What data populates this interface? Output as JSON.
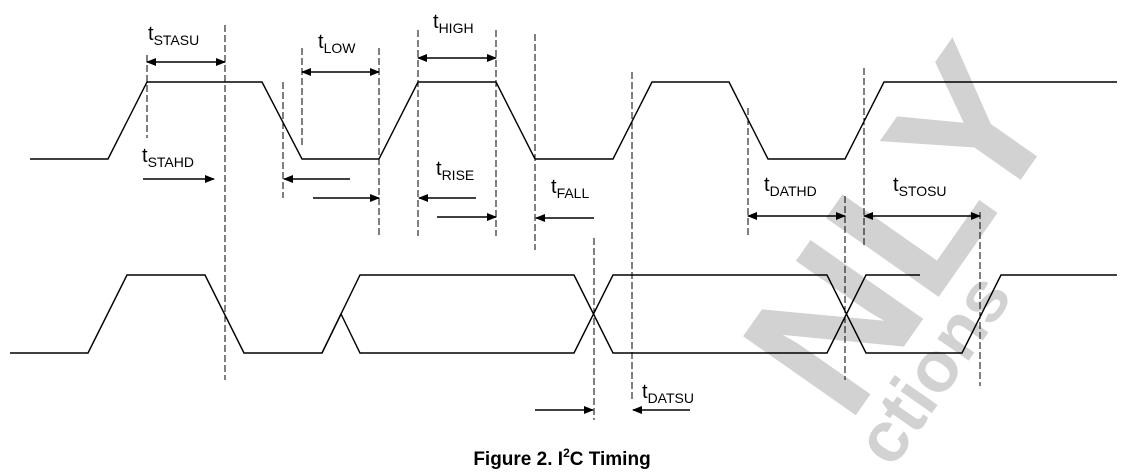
{
  "caption": {
    "prefix": "Figure 2.  I",
    "sup": "2",
    "suffix": "C Timing"
  },
  "watermark": {
    "big": "NLY",
    "small": "ctions"
  },
  "timing_labels": [
    {
      "id": "stasu",
      "base": "t",
      "sub": "STASU"
    },
    {
      "id": "low",
      "base": "t",
      "sub": "LOW"
    },
    {
      "id": "high",
      "base": "t",
      "sub": "HIGH"
    },
    {
      "id": "stahd",
      "base": "t",
      "sub": "STAHD"
    },
    {
      "id": "rise",
      "base": "t",
      "sub": "RISE"
    },
    {
      "id": "fall",
      "base": "t",
      "sub": "FALL"
    },
    {
      "id": "dathd",
      "base": "t",
      "sub": "DATHD"
    },
    {
      "id": "stosu",
      "base": "t",
      "sub": "STOSU"
    },
    {
      "id": "datsu",
      "base": "t",
      "sub": "DATSU"
    }
  ]
}
